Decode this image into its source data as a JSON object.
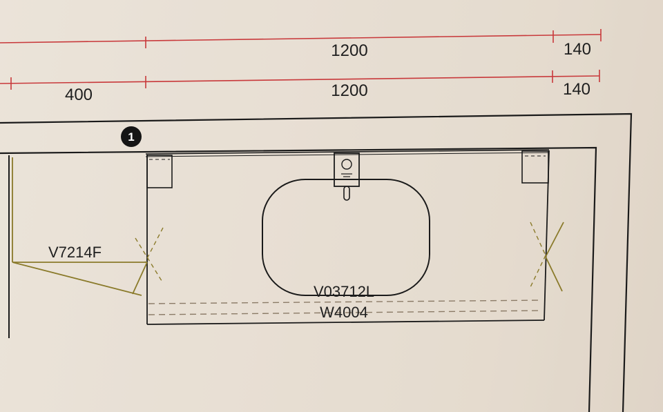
{
  "dimensions": {
    "top_row": [
      "1200",
      "140"
    ],
    "second_row": [
      "400",
      "1200",
      "140"
    ]
  },
  "marker": {
    "number": "1"
  },
  "labels": {
    "door": "V7214F",
    "basin": "V03712L",
    "cabinet": "W4004"
  },
  "colors": {
    "dimension_line": "#c8383a",
    "outline": "#1a1a1a",
    "door_swing": "#8a7a2a",
    "hidden_line": "#8a7a66"
  }
}
